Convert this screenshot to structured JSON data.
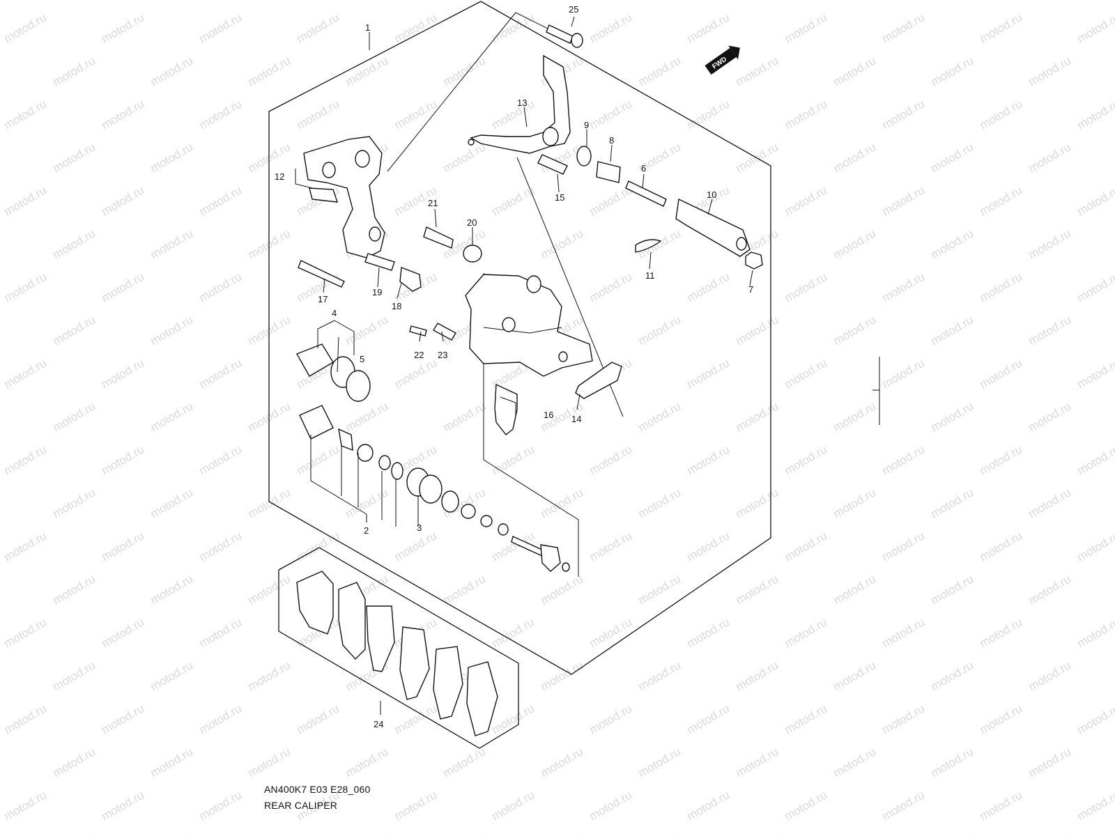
{
  "diagram": {
    "code": "AN400K7 E03 E28_060",
    "caption": "REAR CALIPER",
    "fwd_badge": "FWD",
    "watermark": "motod.ru",
    "callouts": [
      "1",
      "2",
      "3",
      "4",
      "5",
      "6",
      "7",
      "8",
      "9",
      "10",
      "11",
      "12",
      "13",
      "14",
      "15",
      "16",
      "17",
      "18",
      "19",
      "20",
      "21",
      "22",
      "23",
      "24",
      "25"
    ]
  }
}
